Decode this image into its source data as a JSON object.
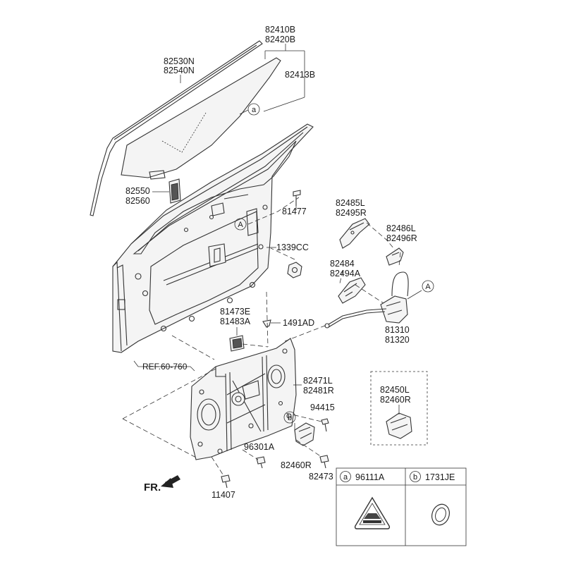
{
  "diagram": {
    "labels": {
      "glass_part_a": "82410B",
      "glass_part_b": "82420B",
      "glass_sub": "82413B",
      "run_a": "82530N",
      "run_b": "82540N",
      "clip_a": "82550",
      "clip_b": "82560",
      "bolt_81477": "81477",
      "nut_1339cc": "1339CC",
      "strike_a": "81473E",
      "strike_b": "81483A",
      "clip_1491ad": "1491AD",
      "handle_a": "82485L",
      "handle_b": "82495R",
      "handle_cap_a": "82486L",
      "handle_cap_b": "82496R",
      "bracket_a": "82484",
      "bracket_b": "82494A",
      "latch_a": "81310",
      "latch_b": "81320",
      "module_a": "82471L",
      "module_b": "82481R",
      "motor_box_a": "82450L",
      "motor_box_b": "82460R",
      "screw_94415": "94415",
      "screw_96301a": "96301A",
      "motor_82460r": "82460R",
      "bolt_82473": "82473",
      "bolt_11407": "11407",
      "ref_note": "REF.60-760",
      "front_marker": "FR."
    },
    "callouts": {
      "a": "a",
      "b": "b",
      "A": "A"
    },
    "legend": {
      "a_letter": "a",
      "a_part": "96111A",
      "b_letter": "b",
      "b_part": "1731JE"
    }
  }
}
